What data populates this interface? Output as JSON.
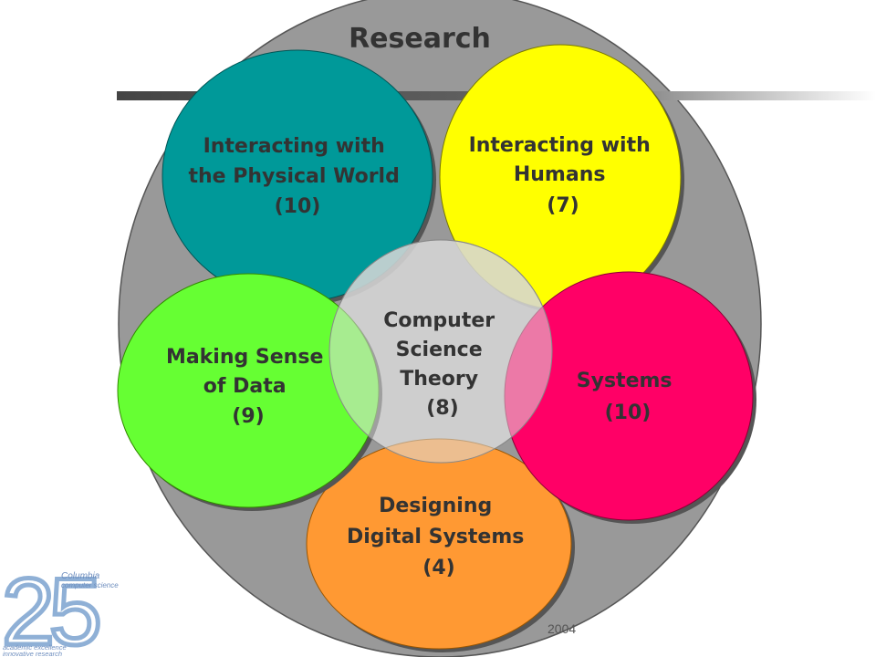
{
  "diagram": {
    "title": "Research",
    "colors": {
      "outer": "#999999",
      "physical": "#009999",
      "humans": "#ffff00",
      "data": "#66ff33",
      "systems": "#ff0066",
      "digital": "#ff9933",
      "theory": "#cccccc"
    },
    "areas": {
      "physical": {
        "line1": "Interacting with",
        "line2": "the Physical World",
        "count": "(10)"
      },
      "humans": {
        "line1": "Interacting with",
        "line2": "Humans",
        "count": "(7)"
      },
      "theory": {
        "line1": "Computer",
        "line2": "Science",
        "line3": "Theory",
        "count": "(8)"
      },
      "data": {
        "line1": "Making Sense",
        "line2": "of Data",
        "count": "(9)"
      },
      "systems": {
        "line1": "Systems",
        "count": "(10)"
      },
      "digital": {
        "line1": "Designing",
        "line2": "Digital Systems",
        "count": "(4)"
      }
    }
  },
  "logo": {
    "number": "25",
    "name": "Columbia",
    "dept": "computer science",
    "tagline1": "academic excellence",
    "tagline2": "innovative research"
  },
  "footer": {
    "year_fragment": "2004"
  }
}
